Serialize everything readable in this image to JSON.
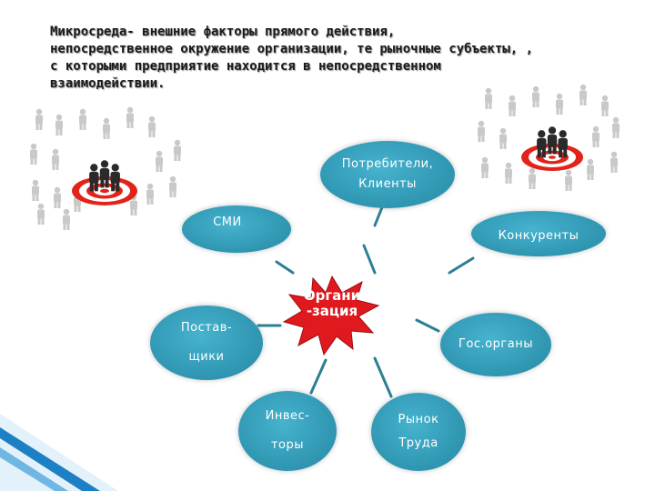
{
  "heading": {
    "line1": "Микросреда- внешние факторы прямого действия,",
    "line2": "непосредственное окружение организации, те рыночные субъекты, ,",
    "line3": "с которыми предприятие находится в непосредственном",
    "line4": "взаимодействии."
  },
  "center": {
    "line1": "Органи",
    "line2": "-зация"
  },
  "nodes": {
    "consumers": {
      "line1": "Потребители,",
      "line2": "Клиенты"
    },
    "media": {
      "line1": "СМИ"
    },
    "competitors": {
      "line1": "Конкуренты"
    },
    "suppliers": {
      "line1": "Постав-",
      "line2": "щики"
    },
    "government": {
      "line1": "Гос.органы"
    },
    "investors": {
      "line1": "Инвес-",
      "line2": "торы"
    },
    "labor_market": {
      "line1": "Рынок",
      "line2": "Труда"
    }
  },
  "colors": {
    "node_fill": "#2f9cb8",
    "connector": "#2d7f94",
    "center_star": "#e0191e",
    "target_ring": "#e2231a",
    "figure_dark": "#2a2a2a",
    "figure_light": "#c9c9c9",
    "accent_bar": "#1d7fc4"
  },
  "icons": [
    "target-crowd-illustration-left",
    "target-crowd-illustration-right"
  ]
}
